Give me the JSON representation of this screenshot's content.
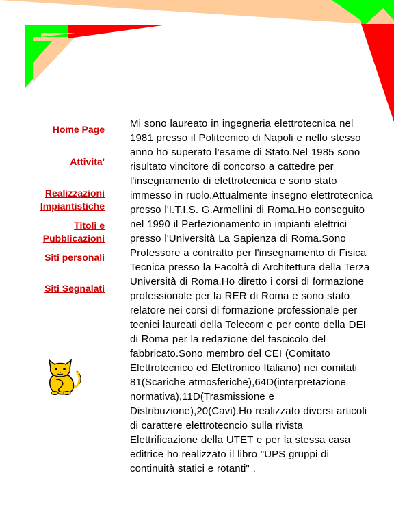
{
  "nav": {
    "home": "Home Page",
    "attivita": "Attivita'",
    "realizzazioni": "Realizzazioni Impiantistiche",
    "titoli": "Titoli e Pubblicazioni",
    "siti_personali": "Siti personali",
    "siti_segnalati": "Siti Segnalati"
  },
  "bio": {
    "text": "Mi sono laureato in ingegneria elettrotecnica nel 1981 presso il Politecnico di Napoli e nello stesso anno ho superato l'esame di Stato.Nel 1985 sono risultato vincitore di concorso a cattedre per l'insegnamento di elettrotecnica e sono stato immesso in ruolo.Attualmente insegno elettrotecnica presso l'I.T.I.S. G.Armellini di Roma.Ho conseguito nel 1990 il Perfezionamento in impianti elettrici presso l'Università La Sapienza di Roma.Sono Professore a contratto per l'insegnamento di Fisica Tecnica presso la Facoltà di Architettura della Terza Università di Roma.Ho diretto i corsi di formazione professionale per la RER di Roma e sono stato relatore nei corsi di formazione professionale per tecnici laureati della Telecom e per conto della DEI di Roma per la redazione del fascicolo del fabbricato.Sono membro del CEI (Comitato Elettrotecnico ed Elettronico Italiano) nei comitati 81(Scariche atmosferiche),64D(interpretazione normativa),11D(Trasmissione e Distribuzione),20(Cavi).Ho realizzato diversi articoli di carattere elettrotecncio sulla rivista Elettrificazione della UTET e per la stessa casa editrice ho realizzato il libro \"UPS gruppi di continuità statici e rotanti\" ."
  },
  "colors": {
    "green": "#00ff00",
    "red": "#ff0000",
    "peach": "#ffcc99",
    "link": "#cc0000"
  },
  "icons": {
    "mascot": "cat-icon"
  }
}
